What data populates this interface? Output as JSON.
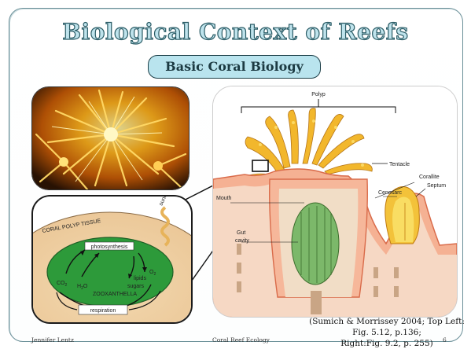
{
  "slide": {
    "title": "Biological Context of Reefs",
    "subtitle": "Basic Coral Biology",
    "citation_line1": "(Sumich & Morrissey 2004; Top Left:  Fig. 5.12, p.136;",
    "citation_line2": "Right:Fig. 9.2, p. 255)",
    "author": "Jennifer Lentz",
    "course": "Coral Reef Ecology",
    "page_number": "6"
  },
  "anatomy_labels": {
    "polyp": "Polyp",
    "tentacle": "Tentacle",
    "corallite": "Corallite",
    "septum": "Septum",
    "mouth": "Mouth",
    "coenosarc": "Cenosarc",
    "gut_line1": "Gut",
    "gut_line2": "cavity"
  },
  "cycle_labels": {
    "sunlight": "sunlight",
    "tissue": "CORAL POLYP TISSUE",
    "photosynthesis": "photosynthesis",
    "co2": "CO",
    "co2_sub": "2",
    "h2o": "H",
    "h2o_sub": "2",
    "h2o_o": "O",
    "o2": "O",
    "o2_sub": "2",
    "lipids": "lipids",
    "sugars": "sugars",
    "zoox": "ZOOXANTHELLA",
    "respiration": "respiration"
  },
  "colors": {
    "title_fill": "#bfe3ec",
    "subtitle_bg": "#b9e4ee",
    "frame_border": "#6a8f98"
  }
}
